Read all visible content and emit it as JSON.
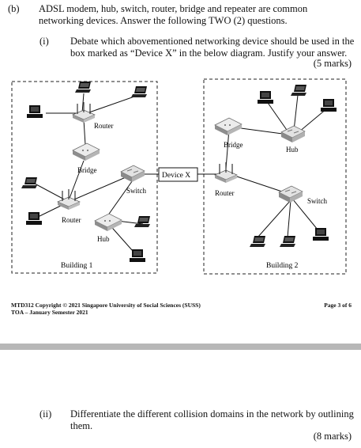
{
  "part_b": {
    "label": "(b)",
    "text": "ADSL modem, hub, switch, router, bridge and repeater are common networking devices. Answer the following TWO (2) questions."
  },
  "question_i": {
    "label": "(i)",
    "text": "Debate which abovementioned networking device should be used in the box marked as “Device X” in the below diagram. Justify your answer.",
    "marks": "(5 marks)"
  },
  "diagram": {
    "building1": {
      "name": "Building 1",
      "labels": {
        "router_top": "Router",
        "bridge": "Bridge",
        "switch": "Switch",
        "router_bottom": "Router",
        "hub": "Hub"
      }
    },
    "device_x": "Device X",
    "building2": {
      "name": "Building 2",
      "labels": {
        "bridge": "Bridge",
        "hub": "Hub",
        "router": "Router",
        "switch": "Switch"
      }
    }
  },
  "footer": {
    "left_line1": "MTD312 Copyright © 2021 Singapore University of Social Sciences (SUSS)",
    "left_line2": "TOA – January Semester 2021",
    "page": "Page 3 of 6"
  },
  "question_ii": {
    "label": "(ii)",
    "text": "Differentiate the different collision domains in the network by outlining them.",
    "marks": "(8 marks)"
  }
}
